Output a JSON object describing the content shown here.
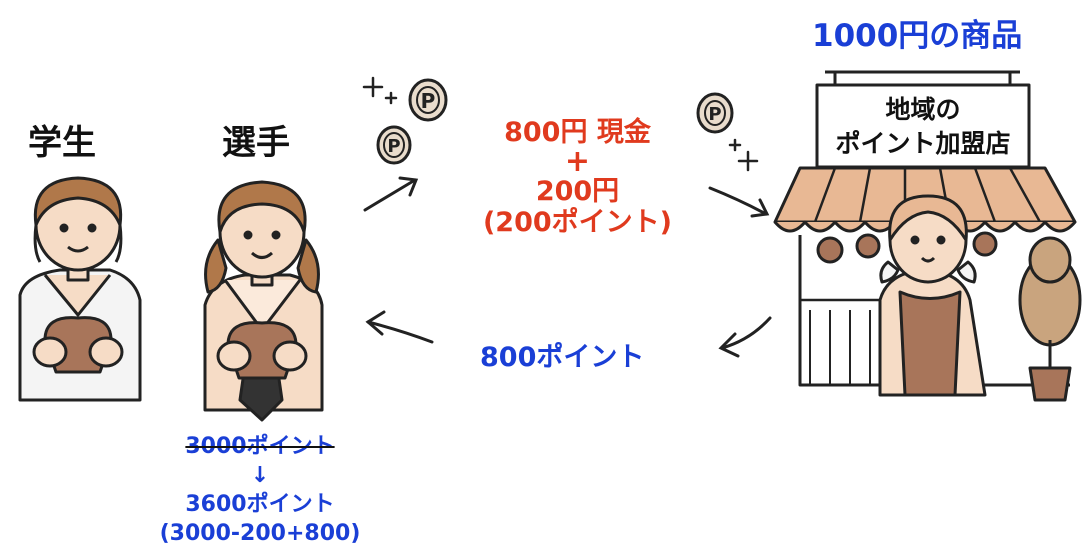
{
  "people": {
    "student_label": "学生",
    "athlete_label": "選手"
  },
  "store": {
    "sign_line1": "地域の",
    "sign_line2": "ポイント加盟店"
  },
  "product": {
    "title": "1000円の商品"
  },
  "payment": {
    "cash": "800円 現金",
    "plus": "+",
    "points_yen": "200円",
    "points_detail": "(200ポイント)"
  },
  "reward": {
    "returned_points": "800ポイント"
  },
  "balance": {
    "before": "3000ポイント",
    "arrow": "↓",
    "after": "3600ポイント",
    "formula": "(3000-200+800)"
  },
  "coin_symbol": "P",
  "colors": {
    "payment_red": "#e03a1e",
    "points_blue": "#1a3fd6",
    "skin": "#f6dcc6",
    "hair": "#b0784a",
    "apron": "#a8755a",
    "awning_stripe": "#e8b894"
  }
}
